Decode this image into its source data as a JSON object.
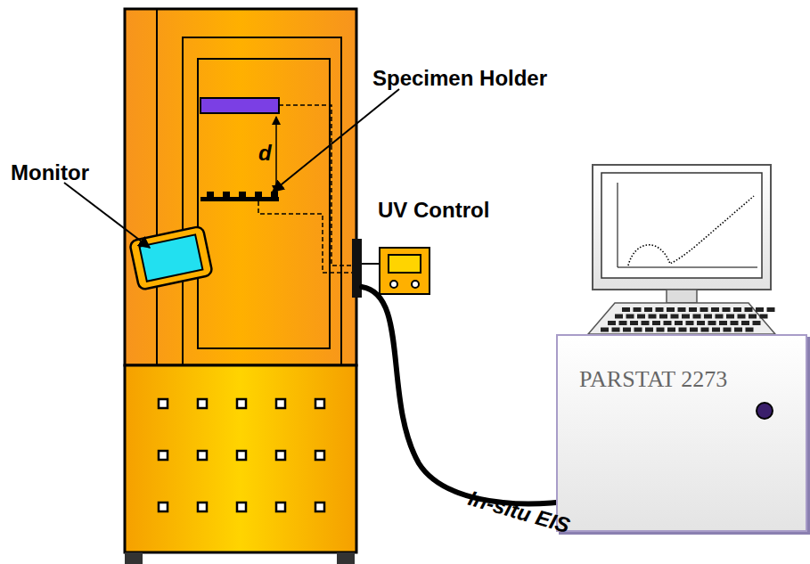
{
  "diagram": {
    "nodes": [
      {
        "text": [
          "UV Control"
        ]
      },
      {
        "text": [
          "PARSTAT 2273"
        ]
      }
    ],
    "labels": [
      "Monitor",
      "Specimen Holder",
      "d",
      "In-situ EIS"
    ]
  }
}
